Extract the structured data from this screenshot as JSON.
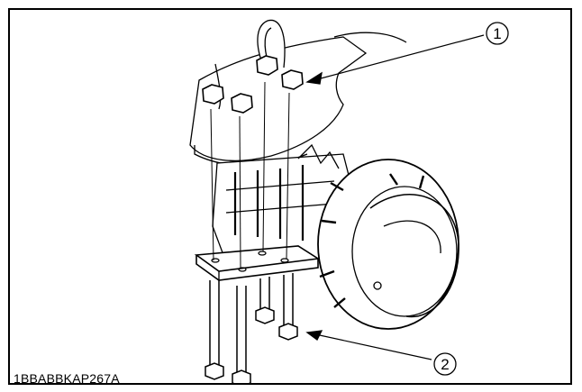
{
  "figure": {
    "caption": "1BBABBKAP267A",
    "callouts": [
      {
        "number": "1",
        "target": "nut"
      },
      {
        "number": "2",
        "target": "bolt"
      }
    ],
    "colors": {
      "line": "#000000",
      "background": "#ffffff"
    }
  }
}
